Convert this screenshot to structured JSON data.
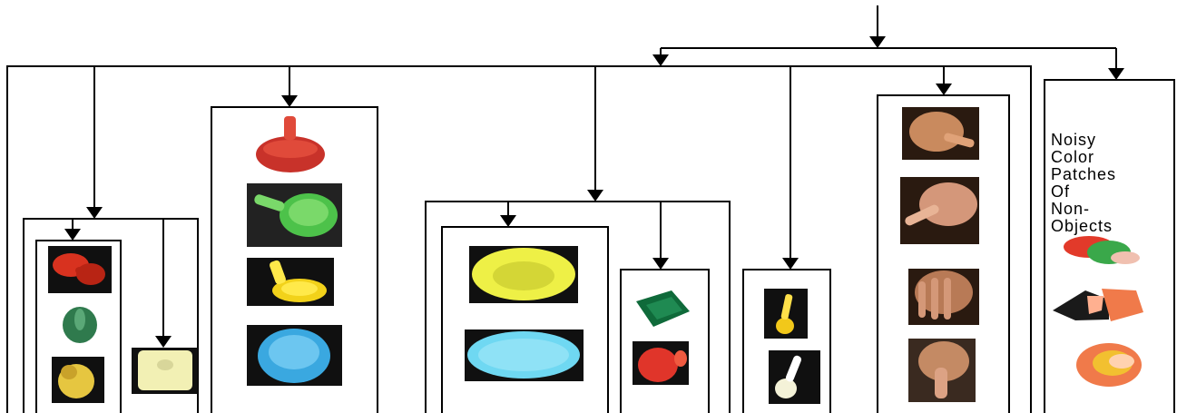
{
  "label": {
    "lines": [
      "Noisy",
      "Color",
      "Patches",
      "Of",
      "Non-",
      "Objects"
    ]
  },
  "thumbnails": [
    {
      "id": "tomato-slices",
      "group": "group-1-sub",
      "depicts": "tomato slices",
      "colors": [
        "#101010",
        "#d8321f",
        "#b82414"
      ]
    },
    {
      "id": "green-pepper",
      "group": "group-1-sub",
      "depicts": "green pepper",
      "colors": [
        "#ffffff",
        "#2f7a4d",
        "#5aa877"
      ]
    },
    {
      "id": "yellow-pepper",
      "group": "group-1-sub",
      "depicts": "yellow pepper",
      "colors": [
        "#101010",
        "#e6c640",
        "#c9a22a"
      ]
    },
    {
      "id": "pale-yellow-object",
      "group": "group-1",
      "depicts": "pale yellow object",
      "colors": [
        "#101010",
        "#f2f0b4",
        "#d8d69a"
      ]
    },
    {
      "id": "red-pan",
      "group": "group-2",
      "depicts": "red sauce pan",
      "colors": [
        "#ffffff",
        "#c8322a",
        "#e04a3a"
      ]
    },
    {
      "id": "green-pan",
      "group": "group-2",
      "depicts": "green sauce pan",
      "colors": [
        "#222222",
        "#4dc24a",
        "#7ad96a"
      ]
    },
    {
      "id": "yellow-pan",
      "group": "group-2",
      "depicts": "yellow sauce pan",
      "colors": [
        "#101010",
        "#f2d21a",
        "#ffe94a"
      ]
    },
    {
      "id": "blue-bowl",
      "group": "group-2",
      "depicts": "blue bowl",
      "colors": [
        "#101010",
        "#3aa8e0",
        "#6cc6f0"
      ]
    },
    {
      "id": "yellow-plate",
      "group": "group-3-sub-1",
      "depicts": "yellow plate",
      "colors": [
        "#101010",
        "#eef046",
        "#d4d636"
      ]
    },
    {
      "id": "blue-plate",
      "group": "group-3-sub-1",
      "depicts": "light blue plate",
      "colors": [
        "#101010",
        "#6fd8f2",
        "#8fe2f6"
      ]
    },
    {
      "id": "green-cloth",
      "group": "group-3-sub-2",
      "depicts": "green cloth",
      "colors": [
        "#ffffff",
        "#0f6a3a",
        "#1f8a52"
      ]
    },
    {
      "id": "red-cup",
      "group": "group-3-sub-2",
      "depicts": "red cup",
      "colors": [
        "#101010",
        "#e0352a",
        "#f05a40"
      ]
    },
    {
      "id": "yellow-spoon",
      "group": "group-4",
      "depicts": "yellow spoon",
      "colors": [
        "#101010",
        "#f2c81a",
        "#ffe04a"
      ]
    },
    {
      "id": "white-spoon",
      "group": "group-4",
      "depicts": "white spoon",
      "colors": [
        "#101010",
        "#f4f2d8",
        "#ffffff"
      ]
    },
    {
      "id": "hand-1",
      "group": "group-5",
      "depicts": "hand",
      "colors": [
        "#2a1a10",
        "#c98a5e",
        "#e0a278"
      ]
    },
    {
      "id": "hand-2",
      "group": "group-5",
      "depicts": "hand",
      "colors": [
        "#2a1a10",
        "#d4977a",
        "#e8b496"
      ]
    },
    {
      "id": "hand-3",
      "group": "group-5",
      "depicts": "hand",
      "colors": [
        "#2a1a10",
        "#b87a56",
        "#d49878"
      ]
    },
    {
      "id": "hand-4",
      "group": "group-5",
      "depicts": "hand",
      "colors": [
        "#3a2a20",
        "#c48a64",
        "#dca284"
      ]
    },
    {
      "id": "noise-patch-1",
      "group": "group-6",
      "depicts": "noisy color patch",
      "colors": [
        "#e23a2a",
        "#3aa84a",
        "#f0c0b0"
      ]
    },
    {
      "id": "noise-patch-2",
      "group": "group-6",
      "depicts": "noisy color patch",
      "colors": [
        "#1a1a1a",
        "#f07a4a",
        "#ffb090"
      ]
    },
    {
      "id": "noise-patch-3",
      "group": "group-6",
      "depicts": "noisy color patch",
      "colors": [
        "#f07a4a",
        "#f2c030",
        "#ffd2b0"
      ]
    }
  ]
}
